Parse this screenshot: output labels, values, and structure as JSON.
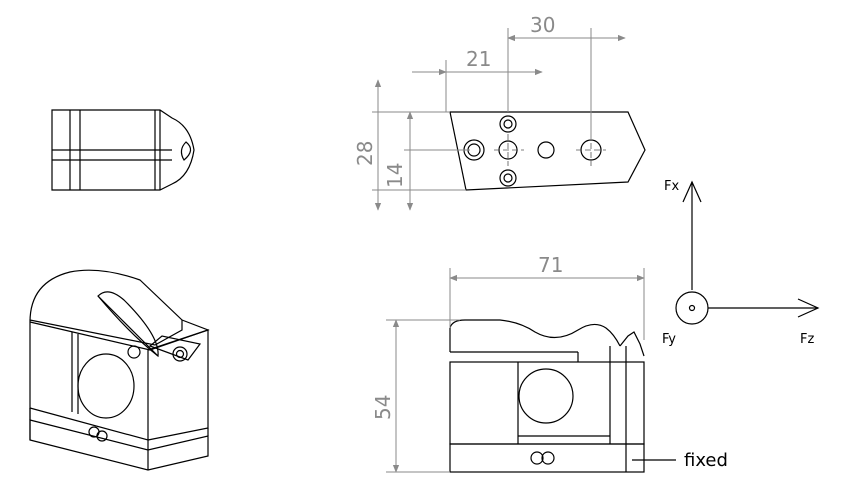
{
  "dimensions": {
    "top_width_30": "30",
    "top_offset_21": "21",
    "height_28": "28",
    "height_14": "14",
    "front_width_71": "71",
    "front_height_54": "54"
  },
  "forces": {
    "fx": "Fx",
    "fy": "Fy",
    "fz": "Fz"
  },
  "support": {
    "label": "fixed"
  }
}
